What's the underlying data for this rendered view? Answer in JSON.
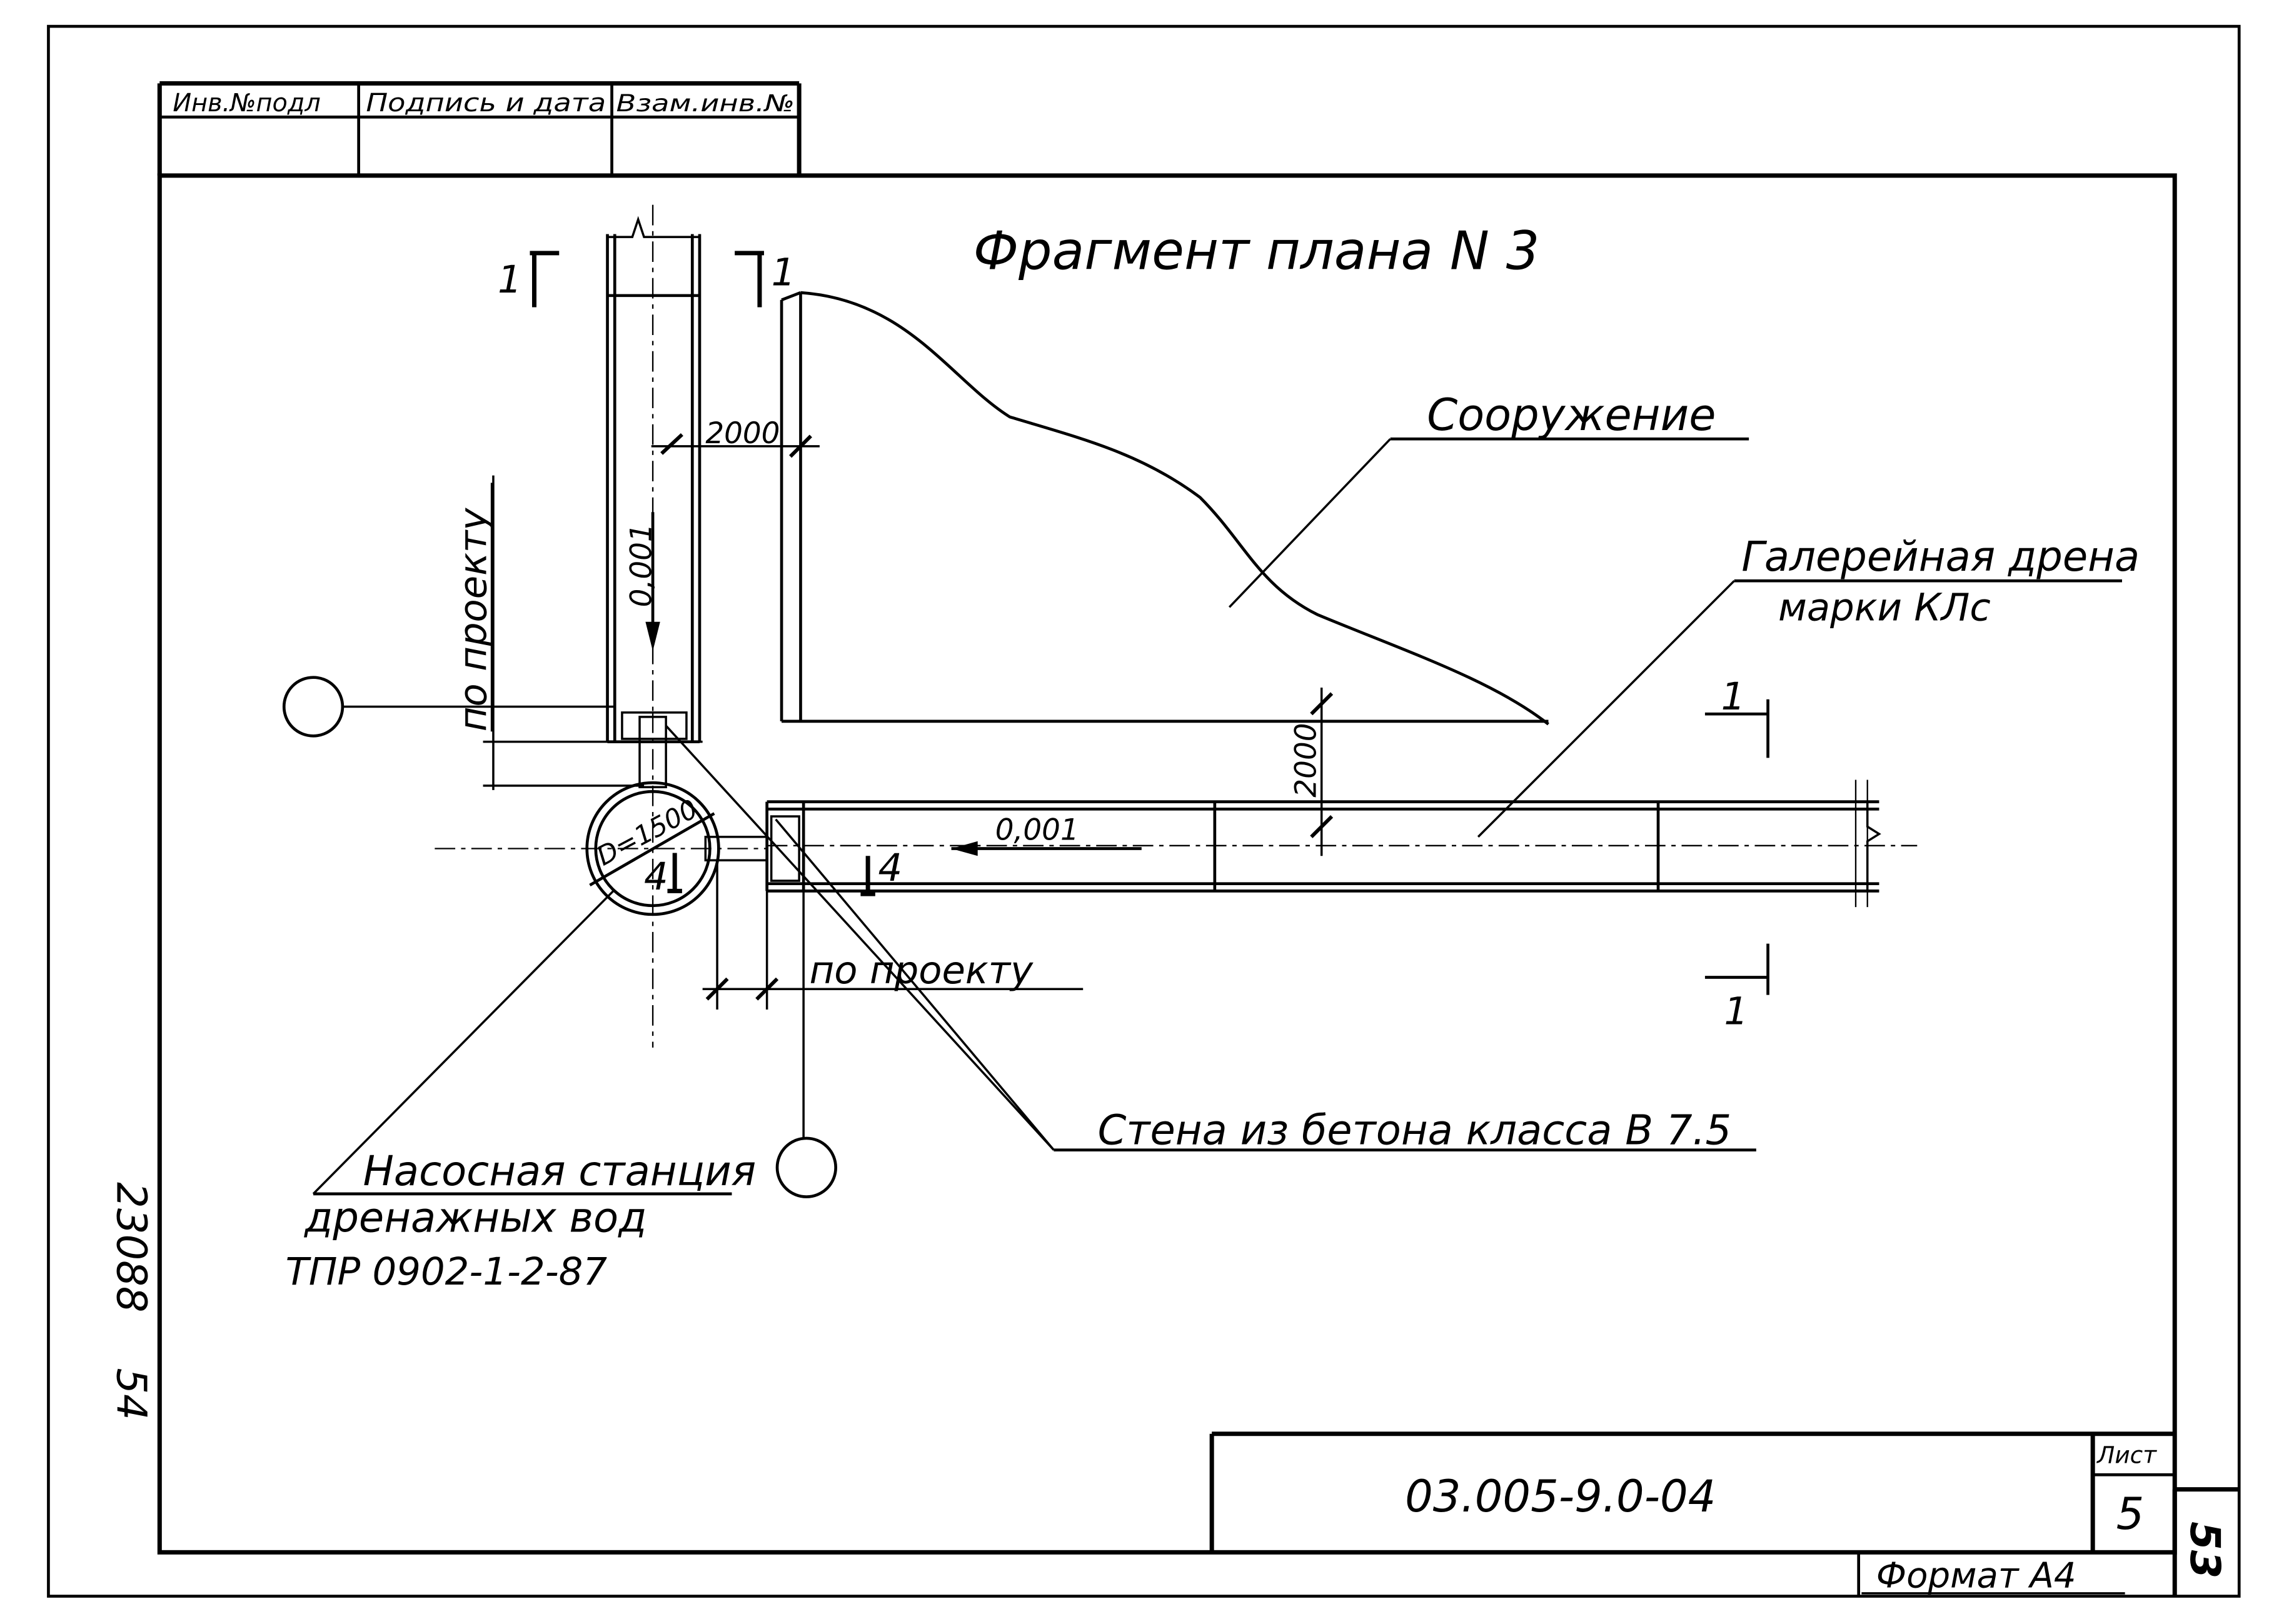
{
  "stamp": {
    "inv_no_label": "Инв.№подл",
    "signature_date_label": "Подпись и дата",
    "replacement_label": "Взам.инв.№"
  },
  "drawing": {
    "title": "Фрагмент плана N 3",
    "structure_label": "Сооружение",
    "gallery_drain_line1": "Галерейная дрена",
    "gallery_drain_line2": "марки КЛс",
    "pump_station_line1": "Насосная станция",
    "pump_station_line2": "дренажных вод",
    "pump_station_line3": "ТПР 0902-1-2-87",
    "wall_label": "Стена из бетона класса В 7.5",
    "per_project_vertical": "по проекту",
    "per_project_horizontal": "по проекту",
    "dim_2000_top": "2000",
    "dim_2000_right": "2000",
    "slope_vertical": "0,001",
    "slope_horizontal": "0,001",
    "diameter": "D=1500",
    "section_1_top_left": "1",
    "section_1_top_right": "1",
    "section_1_right_upper": "1",
    "section_1_right_lower": "1",
    "section_4_left": "4",
    "section_4_right": "4"
  },
  "side_note": {
    "archive_no": "23088",
    "sub_no": "54"
  },
  "title_block": {
    "doc_code": "03.005-9.0-04",
    "sheet_label": "Лист",
    "sheet_no": "5",
    "page_no": "53",
    "format": "Формат А4"
  }
}
